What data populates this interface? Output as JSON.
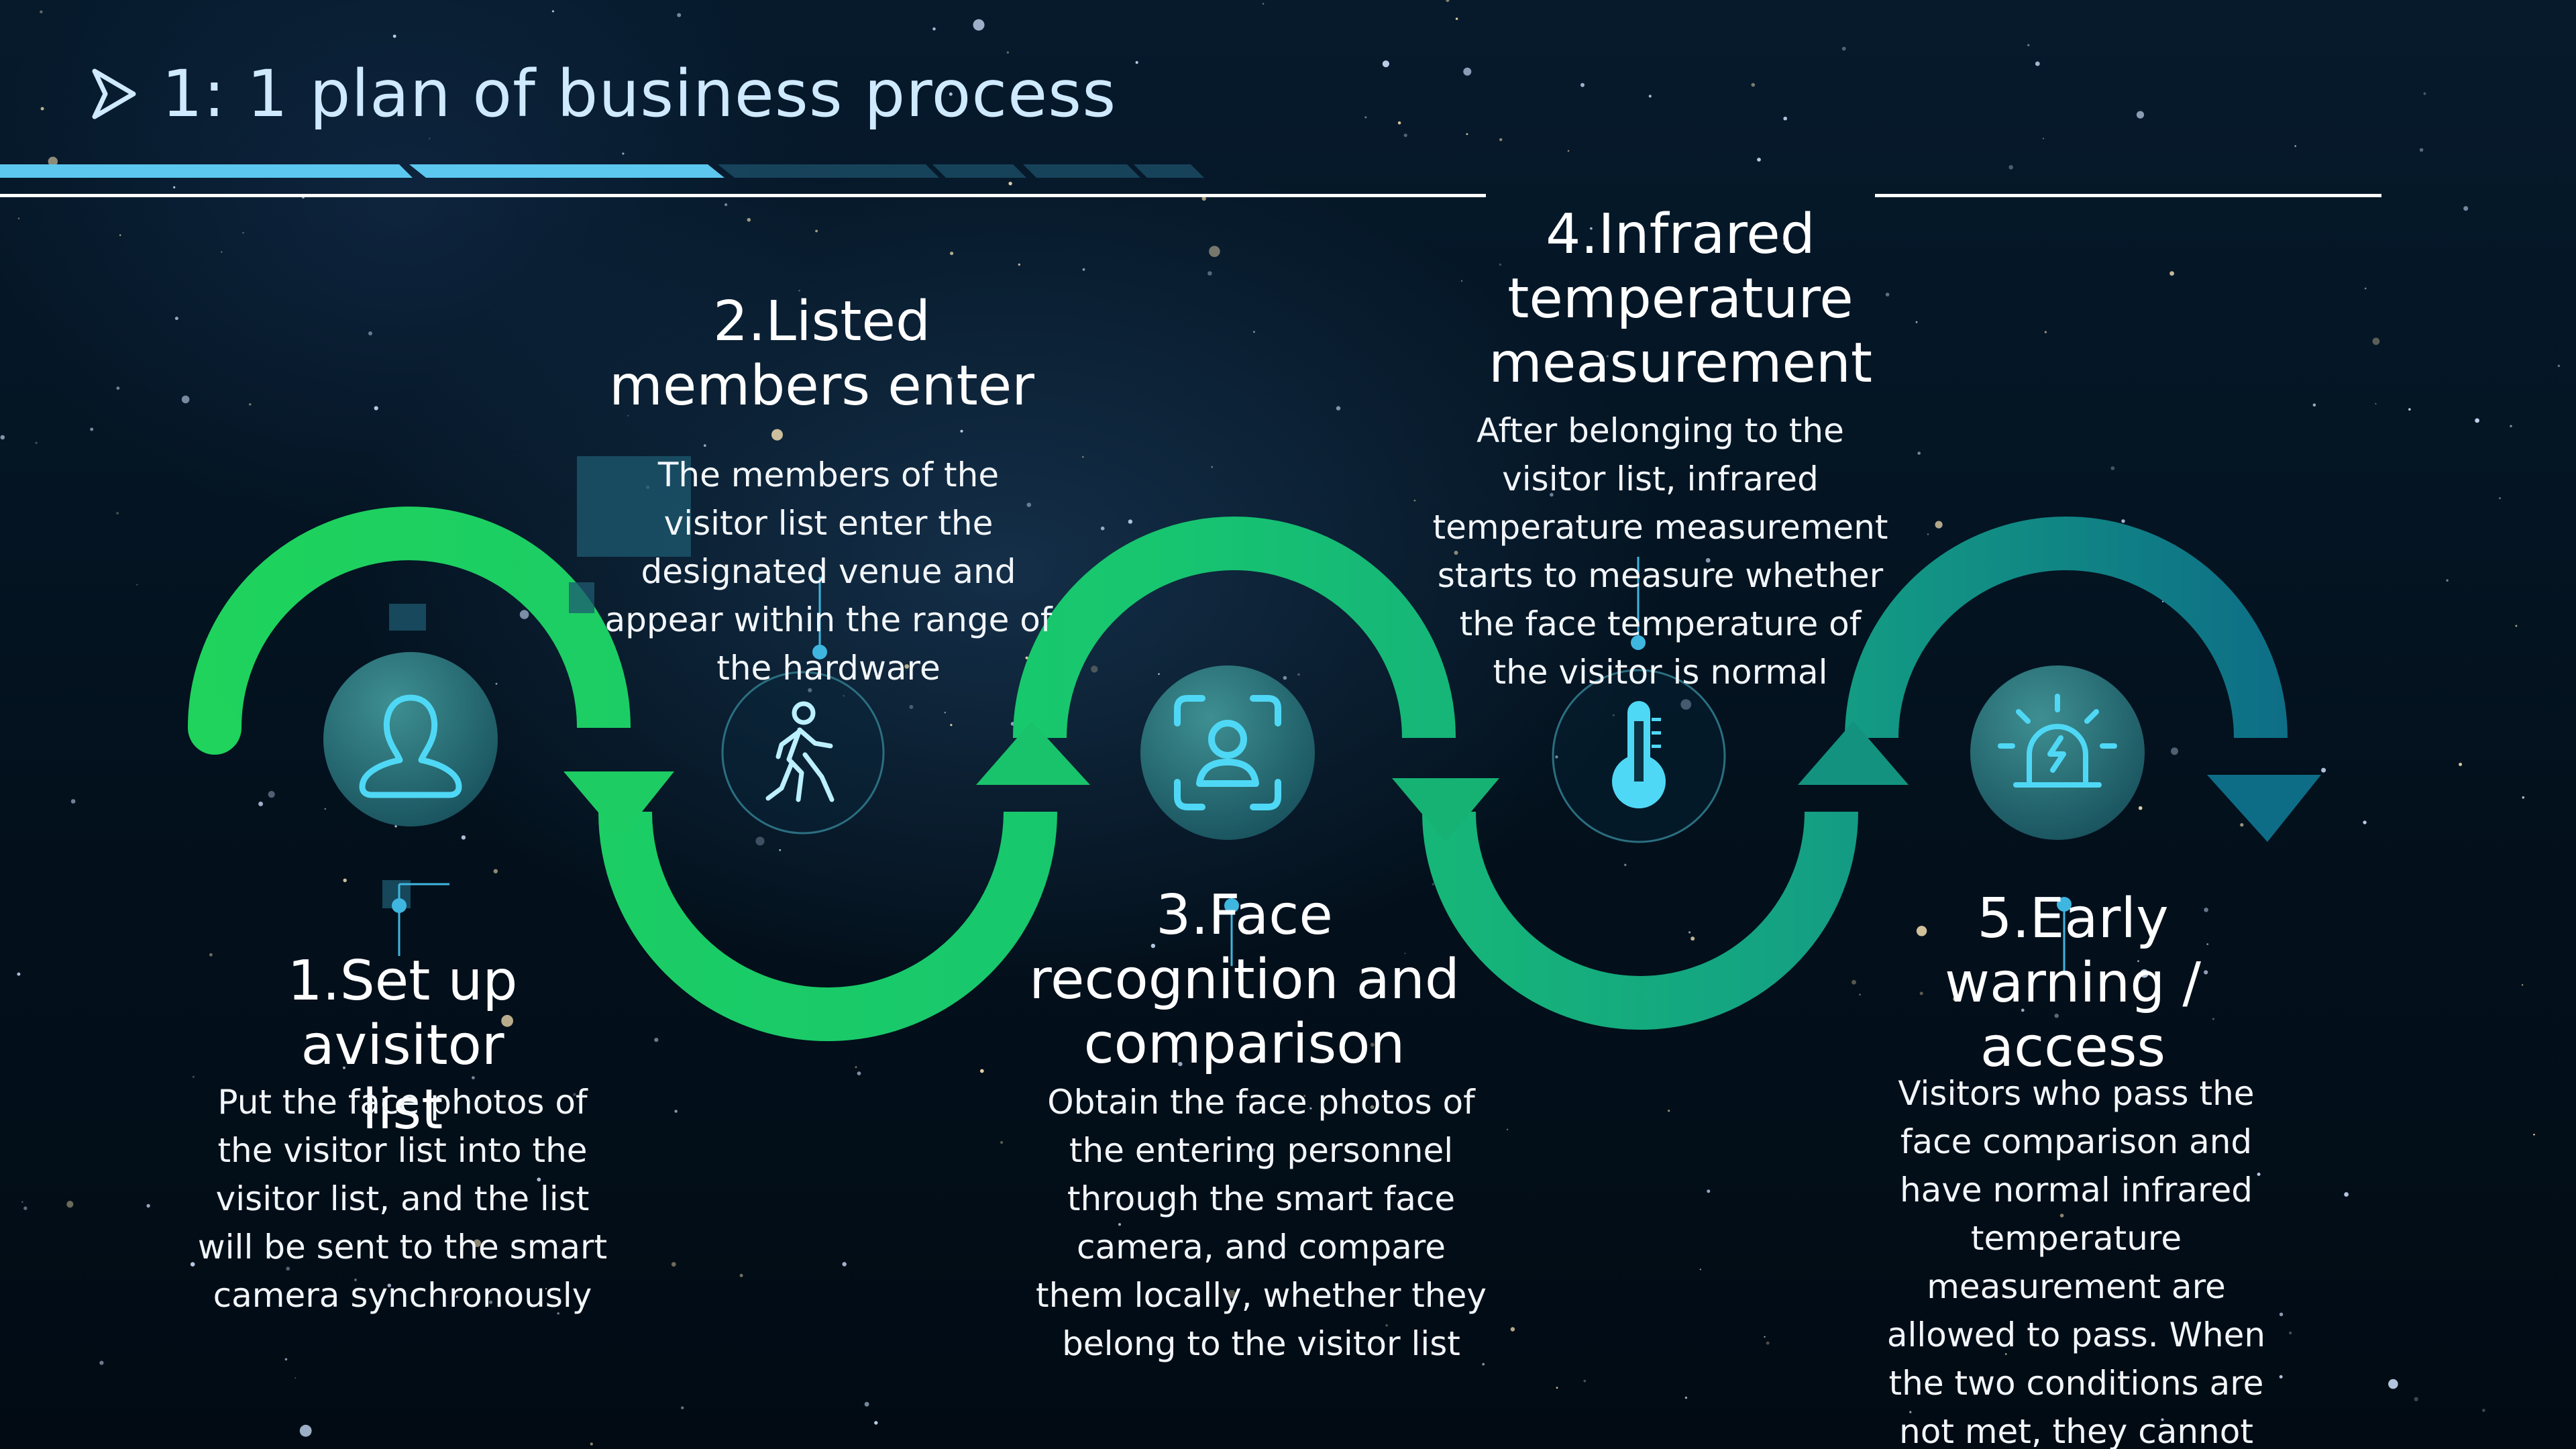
{
  "header": {
    "title": "1: 1 plan of business process"
  },
  "steps": [
    {
      "title": "1.Set up avisitor list",
      "description": "Put the face photos of the visitor list into the visitor list, and the list will be sent to the smart camera synchronously",
      "icon": "person-icon"
    },
    {
      "title": "2.Listed members enter",
      "description": "The members of the visitor list enter the designated venue and appear within the range of the hardware",
      "icon": "walking-person-icon"
    },
    {
      "title": "3.Face recognition and comparison",
      "description": "Obtain the face photos of the entering personnel through the smart face camera, and compare them locally, whether they belong to the visitor list",
      "icon": "face-scan-icon"
    },
    {
      "title": "4.Infrared temperature measurement",
      "description": "After belonging to the visitor list, infrared temperature measurement starts to measure whether the face temperature of the visitor is normal",
      "icon": "thermometer-icon"
    },
    {
      "title": "5.Early warning / access",
      "description": "Visitors who pass the face comparison and have normal infrared temperature measurement are allowed to pass. When the two conditions are not met, they cannot pass or alarm. The system records",
      "icon": "alarm-light-icon"
    }
  ],
  "colors": {
    "arc_start": "#1fd35c",
    "arc_end": "#0d6a86",
    "icon_cyan": "#4fd8f5",
    "title_text": "#cfe9ff",
    "header_bar": "#5cc8f0"
  }
}
